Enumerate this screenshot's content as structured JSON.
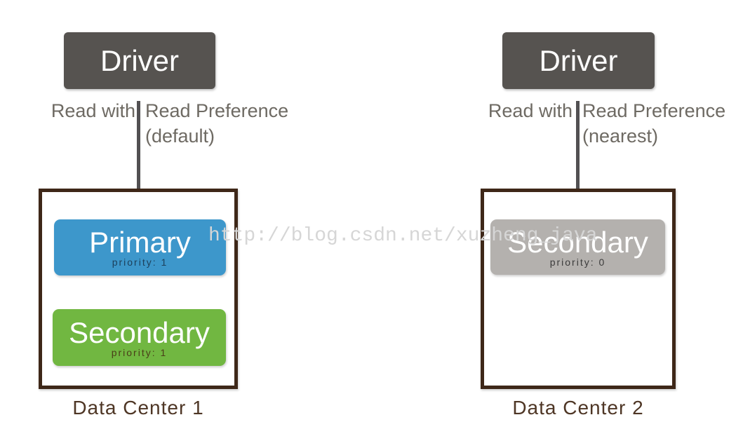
{
  "watermark": {
    "text": "http://blog.csdn.net/xuzheng_java",
    "color": "#d6d6d6"
  },
  "colors": {
    "page_bg": "#ffffff",
    "driver_bg": "#565350",
    "driver_text": "#ffffff",
    "arrow": "#525052",
    "read_note_text": "#6e6a63",
    "dc_border": "#3e2718",
    "dc_label_text": "#4e3625",
    "node_blue": "#3d97cb",
    "node_green": "#71b741",
    "node_gray": "#b4b1ae"
  },
  "clusters": [
    {
      "driver_label": "Driver",
      "read_annotation": {
        "left": "Read with",
        "right": "Read Preference",
        "mode": "(default)"
      },
      "data_center_label": "Data Center 1",
      "nodes": [
        {
          "role": "Primary",
          "priority": "priority: 1",
          "bg": "#3d97cb",
          "priority_color": "#1c3f5a"
        },
        {
          "role": "Secondary",
          "priority": "priority: 1",
          "bg": "#71b741",
          "priority_color": "#4a3d18"
        }
      ]
    },
    {
      "driver_label": "Driver",
      "read_annotation": {
        "left": "Read with",
        "right": "Read Preference",
        "mode": "(nearest)"
      },
      "data_center_label": "Data Center 2",
      "nodes": [
        {
          "role": "Secondary",
          "priority": "priority: 0",
          "bg": "#b4b1ae",
          "priority_color": "#3b3b3b"
        }
      ]
    }
  ]
}
